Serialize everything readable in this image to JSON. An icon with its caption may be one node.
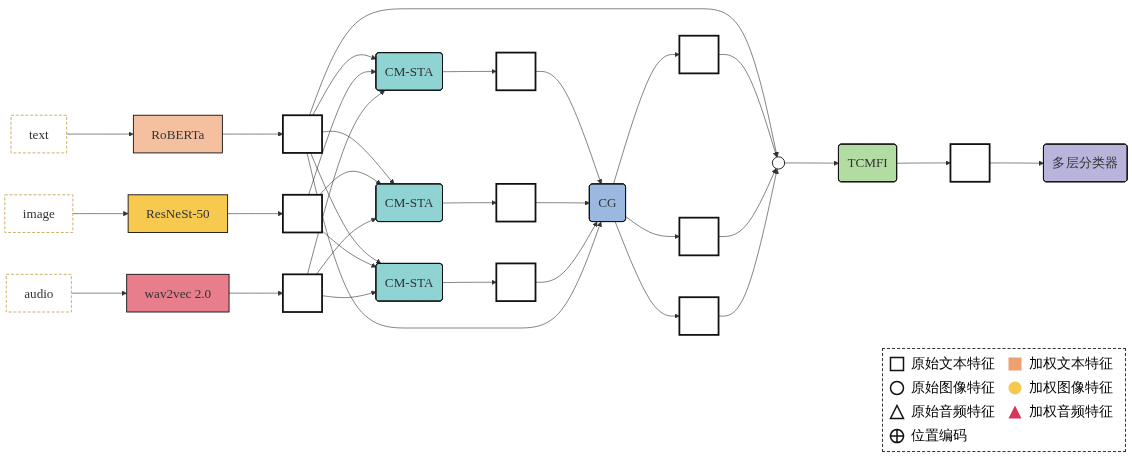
{
  "diagram": {
    "nodes": [
      {
        "text": [
          "text"
        ]
      },
      {
        "text": [
          "image"
        ]
      },
      {
        "text": [
          "audio"
        ]
      },
      {
        "text": [
          "RoBERTa"
        ]
      },
      {
        "text": [
          "ResNeSt-50"
        ]
      },
      {
        "text": [
          "wav2vec 2.0"
        ]
      },
      {
        "text": [],
        "shape": "bar"
      },
      {
        "text": [],
        "shape": "bar"
      },
      {
        "text": [],
        "shape": "bar"
      },
      {
        "text": [
          "CM-STA"
        ]
      },
      {
        "text": [
          "CM-STA"
        ]
      },
      {
        "text": [
          "CM-STA"
        ]
      },
      {
        "text": [],
        "shape": "bar"
      },
      {
        "text": [],
        "shape": "bar"
      },
      {
        "text": [],
        "shape": "bar"
      },
      {
        "text": [
          "CG"
        ]
      },
      {
        "text": [],
        "shape": "bar"
      },
      {
        "text": [],
        "shape": "bar"
      },
      {
        "text": [],
        "shape": "bar"
      },
      {
        "text": [],
        "shape": "circle"
      },
      {
        "text": [
          "TCMFI"
        ]
      },
      {
        "text": [],
        "shape": "box"
      },
      {
        "text": [
          "多层分类器"
        ]
      }
    ],
    "edges": [
      {
        "from": 0,
        "to": 3,
        "arrow": "to"
      },
      {
        "from": 1,
        "to": 4,
        "arrow": "to"
      },
      {
        "from": 2,
        "to": 5,
        "arrow": "to"
      },
      {
        "from": 3,
        "to": 6,
        "arrow": "to"
      },
      {
        "from": 4,
        "to": 7,
        "arrow": "to"
      },
      {
        "from": 5,
        "to": 8,
        "arrow": "to"
      },
      {
        "from": 6,
        "to": 9,
        "arrow": "to"
      },
      {
        "from": 6,
        "to": 10,
        "arrow": "to"
      },
      {
        "from": 6,
        "to": 11,
        "arrow": "to"
      },
      {
        "from": 7,
        "to": 9,
        "arrow": "to"
      },
      {
        "from": 7,
        "to": 10,
        "arrow": "to"
      },
      {
        "from": 7,
        "to": 11,
        "arrow": "to"
      },
      {
        "from": 8,
        "to": 9,
        "arrow": "to"
      },
      {
        "from": 8,
        "to": 10,
        "arrow": "to"
      },
      {
        "from": 8,
        "to": 11,
        "arrow": "to"
      },
      {
        "from": 9,
        "to": 12,
        "arrow": "to"
      },
      {
        "from": 10,
        "to": 13,
        "arrow": "to"
      },
      {
        "from": 11,
        "to": 14,
        "arrow": "to"
      },
      {
        "from": 12,
        "to": 15,
        "arrow": "to"
      },
      {
        "from": 13,
        "to": 15,
        "arrow": "to"
      },
      {
        "from": 14,
        "to": 15,
        "arrow": "to"
      },
      {
        "from": 6,
        "to": 15,
        "arrow": "to"
      },
      {
        "from": 6,
        "to": 19,
        "arrow": "to"
      },
      {
        "from": 15,
        "to": 16,
        "arrow": "to"
      },
      {
        "from": 15,
        "to": 17,
        "arrow": "to"
      },
      {
        "from": 15,
        "to": 18,
        "arrow": "to"
      },
      {
        "from": 16,
        "to": 19,
        "arrow": "to"
      },
      {
        "from": 17,
        "to": 19,
        "arrow": "to"
      },
      {
        "from": 18,
        "to": 19,
        "arrow": "to"
      },
      {
        "from": 19,
        "to": 20,
        "arrow": "to"
      },
      {
        "from": 20,
        "to": 21,
        "arrow": "to"
      },
      {
        "from": 21,
        "to": 22,
        "arrow": "to"
      }
    ],
    "legend": [
      {
        "text": "原始文本特征"
      },
      {
        "text": "加权文本特征",
        "color": "#eea070"
      },
      {
        "text": "原始图像特征"
      },
      {
        "text": "加权图像特征",
        "color": "#f5c84f"
      },
      {
        "text": "原始音频特征"
      },
      {
        "text": "加权音频特征",
        "color": "#d8355a"
      },
      {
        "text": "位置编码"
      }
    ]
  }
}
